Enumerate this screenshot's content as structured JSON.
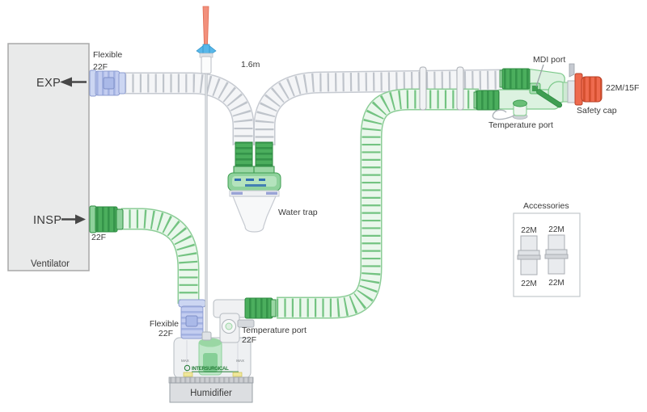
{
  "colors": {
    "tube_green": "#55b567",
    "connector_green": "#3fa351",
    "tube_gray": "#c6cad1",
    "connector_blue": "#bec9ee",
    "safety_cap_orange": "#ee6a4e",
    "spike_orange": "#f2907c",
    "text": "#3a3a3a",
    "ventilator_box_fill": "#e9eaea"
  },
  "ventilator": {
    "label": "Ventilator",
    "exp_port_label": "EXP",
    "insp_port_label": "INSP"
  },
  "expiratory_limb": {
    "flexible_label": "Flexible",
    "flexible_size": "22F",
    "water_trap_label": "Water trap"
  },
  "inspiratory_limb": {
    "port_size": "22F",
    "tube_length": "1.6m"
  },
  "patient_end": {
    "mdi_port_label": "MDI port",
    "temperature_port_label": "Temperature port",
    "connector_size": "22M/15F",
    "safety_cap_label": "Safety cap"
  },
  "humidifier": {
    "label": "Humidifier",
    "brand": "INTERSURGICAL",
    "max_left": "MAX",
    "max_right": "MAX",
    "inlet_flexible_label": "Flexible",
    "inlet_flexible_size": "22F",
    "outlet_temperature_port_label": "Temperature port",
    "outlet_port_size": "22F"
  },
  "accessories": {
    "title": "Accessories",
    "adapter1_top": "22M",
    "adapter1_bottom": "22M",
    "adapter2_top": "22M",
    "adapter2_bottom": "22M"
  }
}
